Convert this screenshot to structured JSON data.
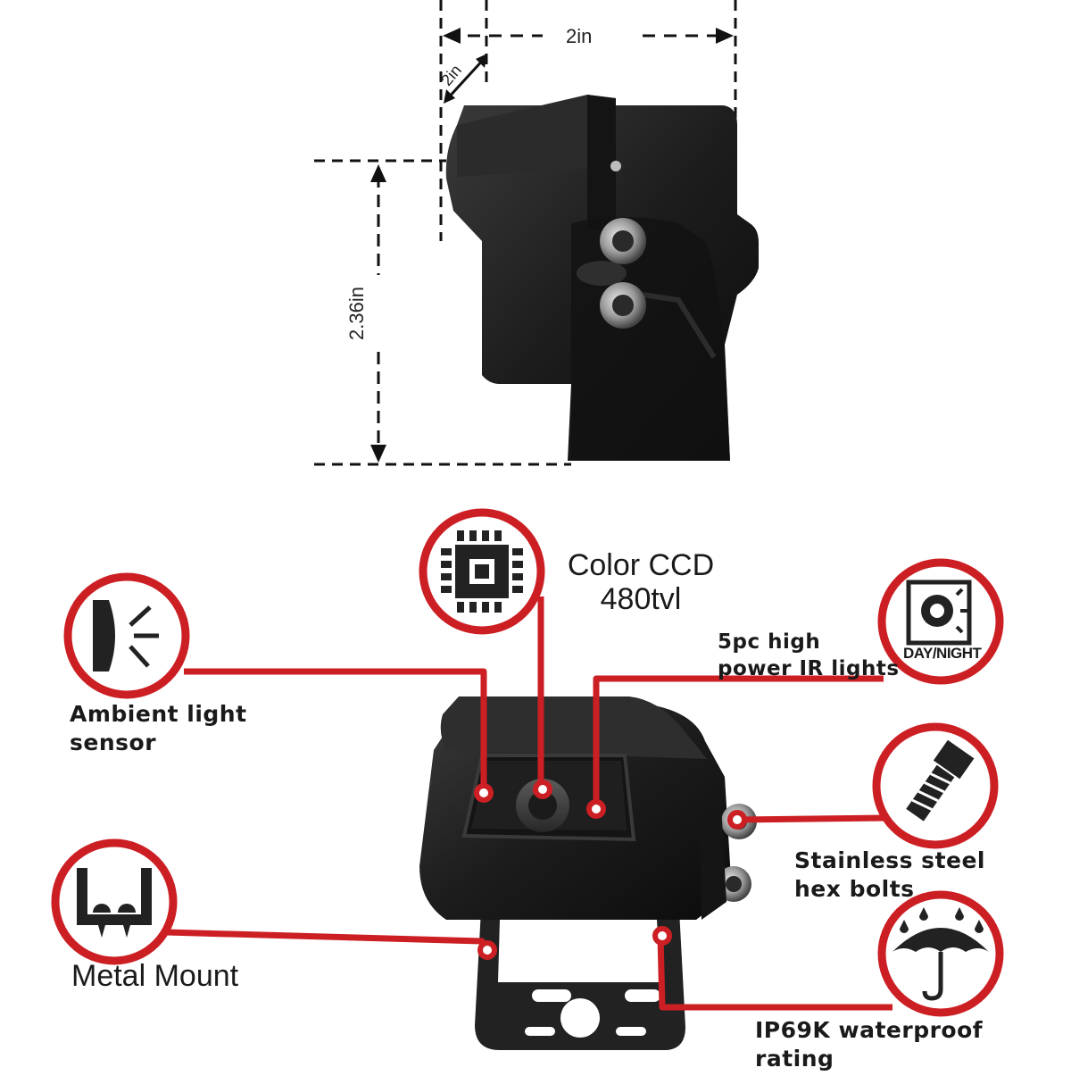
{
  "dimensions": {
    "width_label": "2in",
    "depth_label": "2in",
    "height_label": "2.36in"
  },
  "features": {
    "ambient_light": "Ambient light sensor",
    "ambient_light_line1": "Ambient light",
    "ambient_light_line2": "sensor",
    "color_ccd_line1": "Color CCD",
    "color_ccd_line2": "480tvl",
    "ir_lights_line1": "5pc high",
    "ir_lights_line2": "power IR lights",
    "day_night_badge": "DAY/NIGHT",
    "bolts_line1": "Stainless steel",
    "bolts_line2": "hex bolts",
    "mount": "Metal Mount",
    "waterproof_line1": "IP69K waterproof",
    "waterproof_line2": "rating"
  },
  "icons": [
    "headlight-sensor-icon",
    "chip-icon",
    "day-night-icon",
    "hex-bolt-icon",
    "umbrella-icon",
    "u-bracket-icon"
  ],
  "colors": {
    "accent": "#cc1f24",
    "camera_body": "#1c1c1c",
    "dimension_lines": "#111111"
  }
}
